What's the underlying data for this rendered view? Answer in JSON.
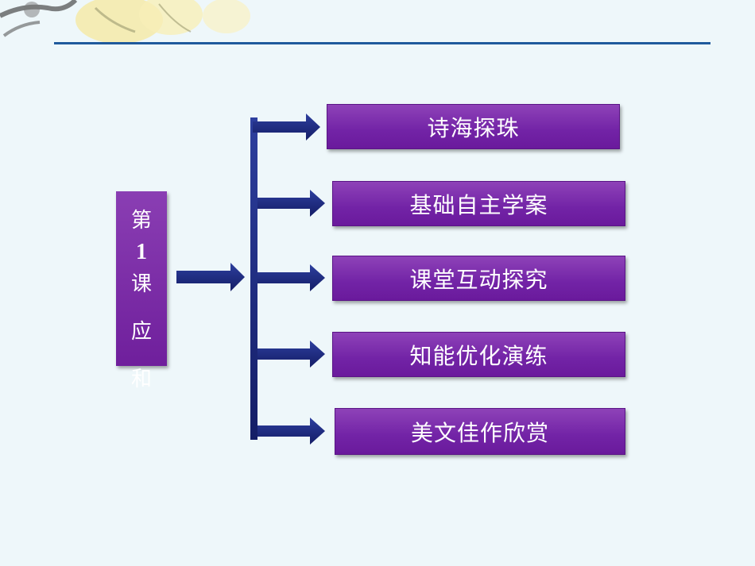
{
  "lesson": {
    "chars": [
      "第",
      "1",
      "课",
      "",
      "应",
      "和"
    ]
  },
  "menu": {
    "items": [
      {
        "label": "诗海探珠"
      },
      {
        "label": "基础自主学案"
      },
      {
        "label": "课堂互动探究"
      },
      {
        "label": "知能优化演练"
      },
      {
        "label": "美文佳作欣赏"
      }
    ]
  },
  "colors": {
    "background": "#eef7fa",
    "header_line": "#1f5a9c",
    "button_purple": "#7223a6",
    "arrow_navy": "#1c2a80"
  },
  "icons": {
    "decoration": "flower-ink-decoration",
    "connector": "arrow-icon"
  }
}
